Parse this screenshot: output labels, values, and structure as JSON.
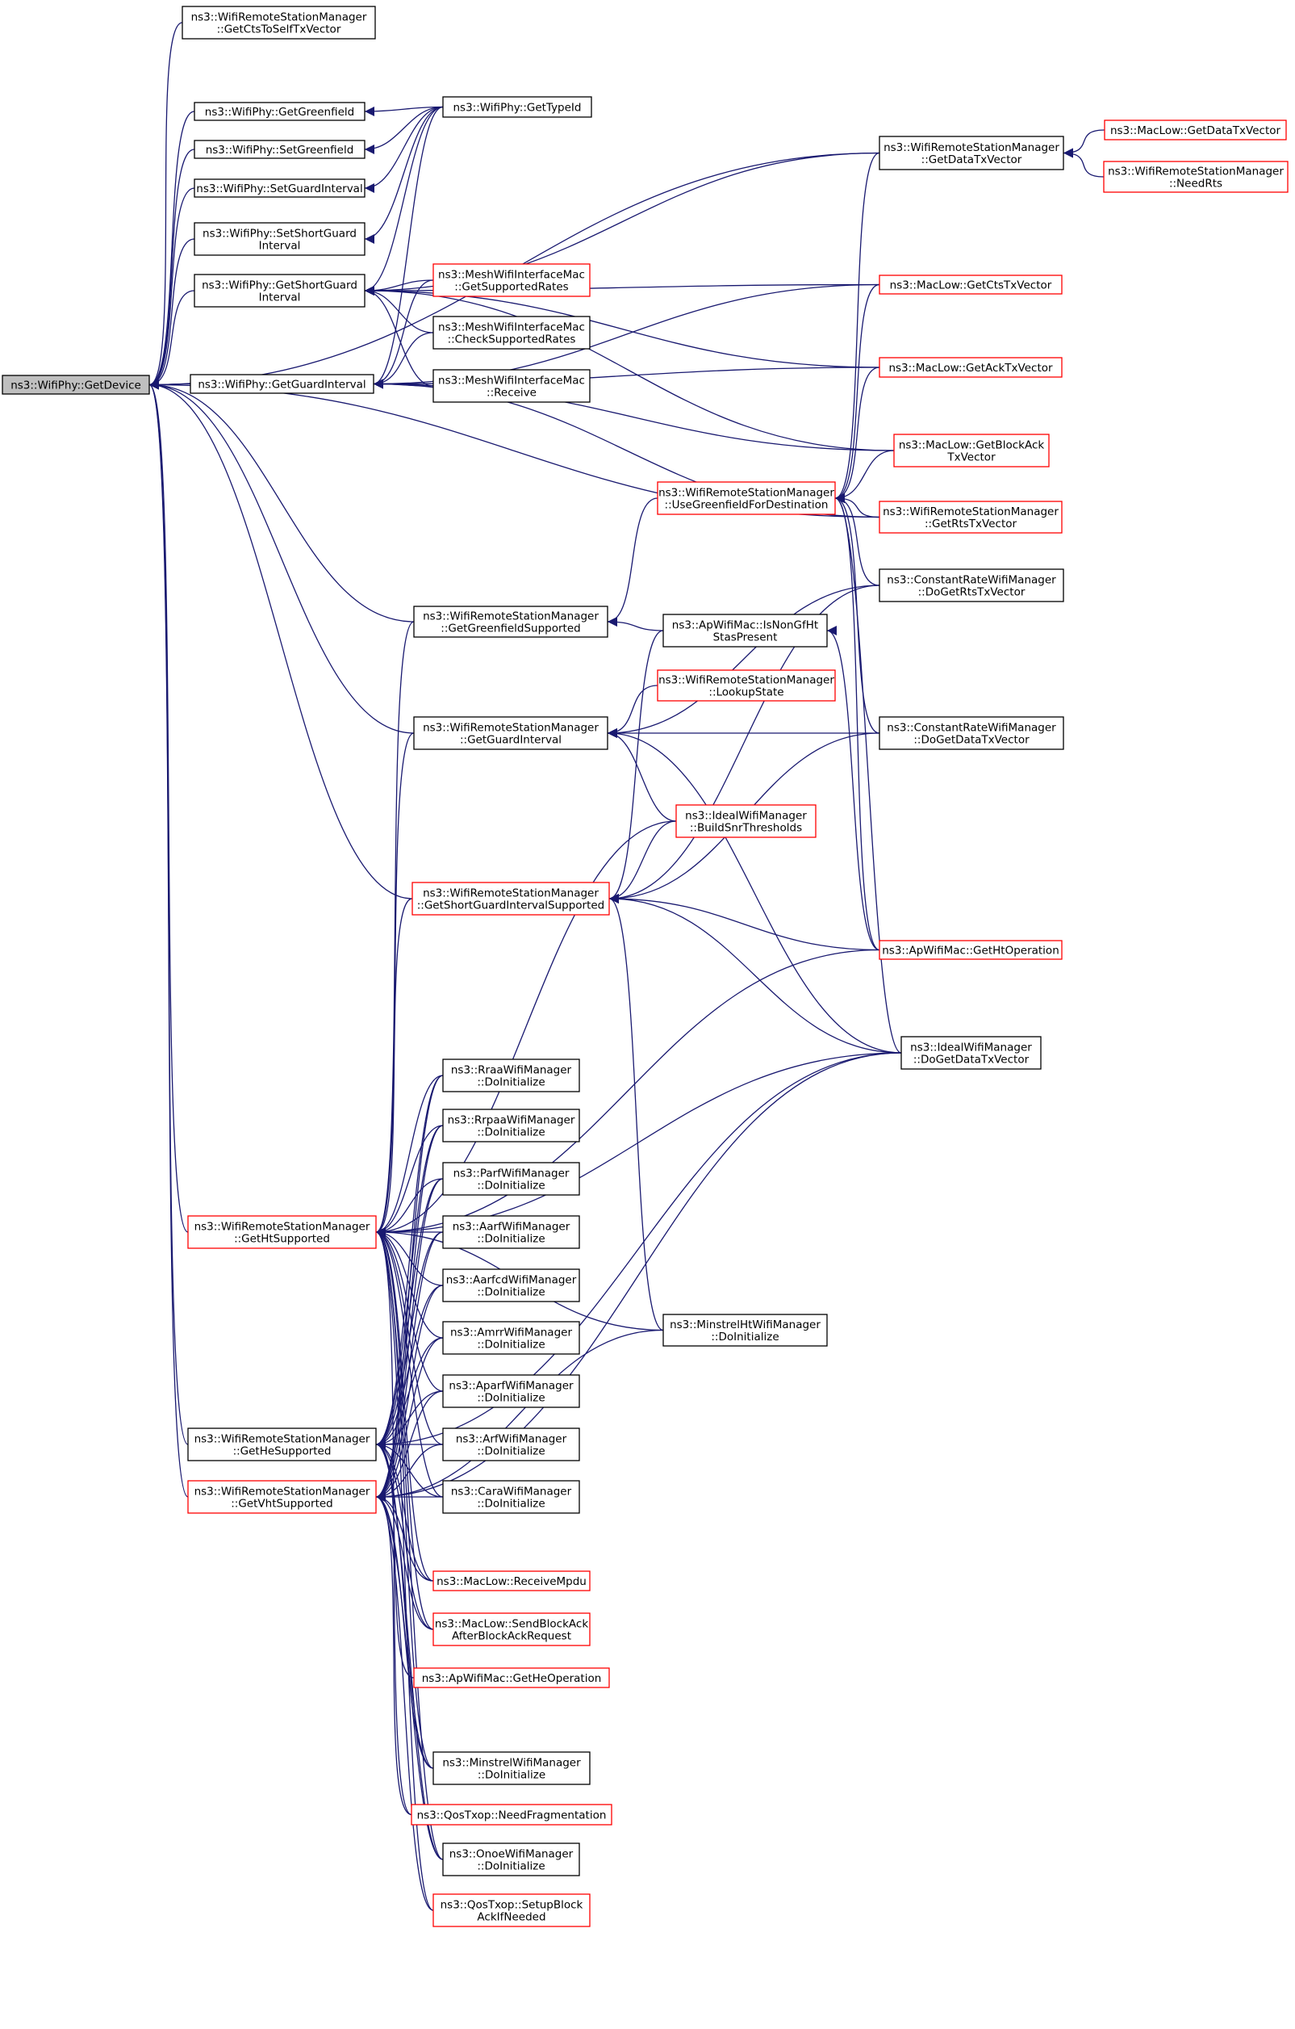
{
  "colors": {
    "edge": "#191970",
    "border_normal": "#000000",
    "border_truncated": "#ff0000",
    "root_fill": "#bfbfbf",
    "fill": "#ffffff"
  },
  "nodes": [
    {
      "id": "root",
      "lines": [
        "ns3::WifiPhy::GetDevice"
      ],
      "type": "root"
    },
    {
      "id": "ctsself",
      "lines": [
        "ns3::WifiRemoteStationManager",
        "::GetCtsToSelfTxVector"
      ],
      "type": "normal"
    },
    {
      "id": "getgf",
      "lines": [
        "ns3::WifiPhy::GetGreenfield"
      ],
      "type": "normal"
    },
    {
      "id": "setgf",
      "lines": [
        "ns3::WifiPhy::SetGreenfield"
      ],
      "type": "normal"
    },
    {
      "id": "setgi",
      "lines": [
        "ns3::WifiPhy::SetGuardInterval"
      ],
      "type": "normal"
    },
    {
      "id": "setsgi",
      "lines": [
        "ns3::WifiPhy::SetShortGuard",
        "Interval"
      ],
      "type": "normal"
    },
    {
      "id": "getsgi",
      "lines": [
        "ns3::WifiPhy::GetShortGuard",
        "Interval"
      ],
      "type": "normal"
    },
    {
      "id": "getgi",
      "lines": [
        "ns3::WifiPhy::GetGuardInterval"
      ],
      "type": "normal"
    },
    {
      "id": "typeid",
      "lines": [
        "ns3::WifiPhy::GetTypeId"
      ],
      "type": "normal"
    },
    {
      "id": "meshsup",
      "lines": [
        "ns3::MeshWifiInterfaceMac",
        "::GetSupportedRates"
      ],
      "type": "truncated"
    },
    {
      "id": "meshchk",
      "lines": [
        "ns3::MeshWifiInterfaceMac",
        "::CheckSupportedRates"
      ],
      "type": "normal"
    },
    {
      "id": "meshrcv",
      "lines": [
        "ns3::MeshWifiInterfaceMac",
        "::Receive"
      ],
      "type": "normal"
    },
    {
      "id": "rsmdata",
      "lines": [
        "ns3::WifiRemoteStationManager",
        "::GetDataTxVector"
      ],
      "type": "normal"
    },
    {
      "id": "mlgetdata",
      "lines": [
        "ns3::MacLow::GetDataTxVector"
      ],
      "type": "truncated"
    },
    {
      "id": "needrts",
      "lines": [
        "ns3::WifiRemoteStationManager",
        "::NeedRts"
      ],
      "type": "truncated"
    },
    {
      "id": "ctstx",
      "lines": [
        "ns3::MacLow::GetCtsTxVector"
      ],
      "type": "truncated"
    },
    {
      "id": "acktx",
      "lines": [
        "ns3::MacLow::GetAckTxVector"
      ],
      "type": "truncated"
    },
    {
      "id": "blockack",
      "lines": [
        "ns3::MacLow::GetBlockAck",
        "TxVector"
      ],
      "type": "truncated"
    },
    {
      "id": "usegf",
      "lines": [
        "ns3::WifiRemoteStationManager",
        "::UseGreenfieldForDestination"
      ],
      "type": "truncated"
    },
    {
      "id": "rtstx",
      "lines": [
        "ns3::WifiRemoteStationManager",
        "::GetRtsTxVector"
      ],
      "type": "truncated"
    },
    {
      "id": "crrts",
      "lines": [
        "ns3::ConstantRateWifiManager",
        "::DoGetRtsTxVector"
      ],
      "type": "normal"
    },
    {
      "id": "gfsup",
      "lines": [
        "ns3::WifiRemoteStationManager",
        "::GetGreenfieldSupported"
      ],
      "type": "normal"
    },
    {
      "id": "nongf",
      "lines": [
        "ns3::ApWifiMac::IsNonGfHt",
        "StasPresent"
      ],
      "type": "normal"
    },
    {
      "id": "lookup",
      "lines": [
        "ns3::WifiRemoteStationManager",
        "::LookupState"
      ],
      "type": "truncated"
    },
    {
      "id": "rsmgi",
      "lines": [
        "ns3::WifiRemoteStationManager",
        "::GetGuardInterval"
      ],
      "type": "normal"
    },
    {
      "id": "crdata",
      "lines": [
        "ns3::ConstantRateWifiManager",
        "::DoGetDataTxVector"
      ],
      "type": "normal"
    },
    {
      "id": "idealbuild",
      "lines": [
        "ns3::IdealWifiManager",
        "::BuildSnrThresholds"
      ],
      "type": "truncated"
    },
    {
      "id": "sgisup",
      "lines": [
        "ns3::WifiRemoteStationManager",
        "::GetShortGuardIntervalSupported"
      ],
      "type": "truncated"
    },
    {
      "id": "htop",
      "lines": [
        "ns3::ApWifiMac::GetHtOperation"
      ],
      "type": "truncated"
    },
    {
      "id": "idealdata",
      "lines": [
        "ns3::IdealWifiManager",
        "::DoGetDataTxVector"
      ],
      "type": "normal"
    },
    {
      "id": "rraa",
      "lines": [
        "ns3::RraaWifiManager",
        "::DoInitialize"
      ],
      "type": "normal"
    },
    {
      "id": "rrpaa",
      "lines": [
        "ns3::RrpaaWifiManager",
        "::DoInitialize"
      ],
      "type": "normal"
    },
    {
      "id": "parf",
      "lines": [
        "ns3::ParfWifiManager",
        "::DoInitialize"
      ],
      "type": "normal"
    },
    {
      "id": "aarf",
      "lines": [
        "ns3::AarfWifiManager",
        "::DoInitialize"
      ],
      "type": "normal"
    },
    {
      "id": "aarfcd",
      "lines": [
        "ns3::AarfcdWifiManager",
        "::DoInitialize"
      ],
      "type": "normal"
    },
    {
      "id": "amrr",
      "lines": [
        "ns3::AmrrWifiManager",
        "::DoInitialize"
      ],
      "type": "normal"
    },
    {
      "id": "aparf",
      "lines": [
        "ns3::AparfWifiManager",
        "::DoInitialize"
      ],
      "type": "normal"
    },
    {
      "id": "arf",
      "lines": [
        "ns3::ArfWifiManager",
        "::DoInitialize"
      ],
      "type": "normal"
    },
    {
      "id": "cara",
      "lines": [
        "ns3::CaraWifiManager",
        "::DoInitialize"
      ],
      "type": "normal"
    },
    {
      "id": "htsup",
      "lines": [
        "ns3::WifiRemoteStationManager",
        "::GetHtSupported"
      ],
      "type": "truncated"
    },
    {
      "id": "hesup",
      "lines": [
        "ns3::WifiRemoteStationManager",
        "::GetHeSupported"
      ],
      "type": "normal"
    },
    {
      "id": "vhtsup",
      "lines": [
        "ns3::WifiRemoteStationManager",
        "::GetVhtSupported"
      ],
      "type": "truncated"
    },
    {
      "id": "minhtinit",
      "lines": [
        "ns3::MinstrelHtWifiManager",
        "::DoInitialize"
      ],
      "type": "normal"
    },
    {
      "id": "rcvmpdu",
      "lines": [
        "ns3::MacLow::ReceiveMpdu"
      ],
      "type": "truncated"
    },
    {
      "id": "sendba",
      "lines": [
        "ns3::MacLow::SendBlockAck",
        "AfterBlockAckRequest"
      ],
      "type": "truncated"
    },
    {
      "id": "heop",
      "lines": [
        "ns3::ApWifiMac::GetHeOperation"
      ],
      "type": "truncated"
    },
    {
      "id": "mininit",
      "lines": [
        "ns3::MinstrelWifiManager",
        "::DoInitialize"
      ],
      "type": "normal"
    },
    {
      "id": "needfrag",
      "lines": [
        "ns3::QosTxop::NeedFragmentation"
      ],
      "type": "truncated"
    },
    {
      "id": "onoe",
      "lines": [
        "ns3::OnoeWifiManager",
        "::DoInitialize"
      ],
      "type": "normal"
    },
    {
      "id": "setupba",
      "lines": [
        "ns3::QosTxop::SetupBlock",
        "AckIfNeeded"
      ],
      "type": "truncated"
    }
  ]
}
